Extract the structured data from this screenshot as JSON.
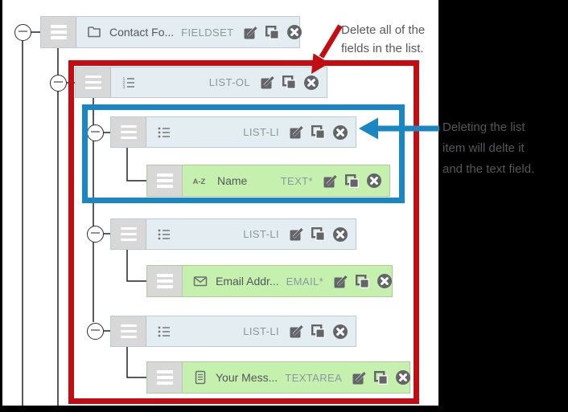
{
  "colors": {
    "red_accent": "#c40d12",
    "blue_accent": "#1a86c2",
    "row_blue_bg": "#e4edf2",
    "row_green_bg": "#c6f0ae",
    "handle_bg": "#d8d8d8",
    "icon_gray": "#636569",
    "label_text": "#54575b",
    "type_text": "#8b98a1"
  },
  "tree": {
    "fieldset": {
      "label": "Contact Fo...",
      "type": "FIELDSET"
    },
    "list": {
      "type": "LIST-OL"
    },
    "items": [
      {
        "type": "LIST-LI",
        "child": {
          "label": "Name",
          "type": "TEXT*"
        }
      },
      {
        "type": "LIST-LI",
        "child": {
          "label": "Email Addr...",
          "type": "EMAIL*"
        }
      },
      {
        "type": "LIST-LI",
        "child": {
          "label": "Your Mess...",
          "type": "TEXTAREA"
        }
      }
    ]
  },
  "annotations": {
    "delete_list": {
      "lines": [
        "Delete all of the",
        "fields in the list."
      ]
    },
    "delete_item": {
      "lines": [
        "Deleting the list",
        "item will delte it",
        "and the text field."
      ]
    }
  }
}
